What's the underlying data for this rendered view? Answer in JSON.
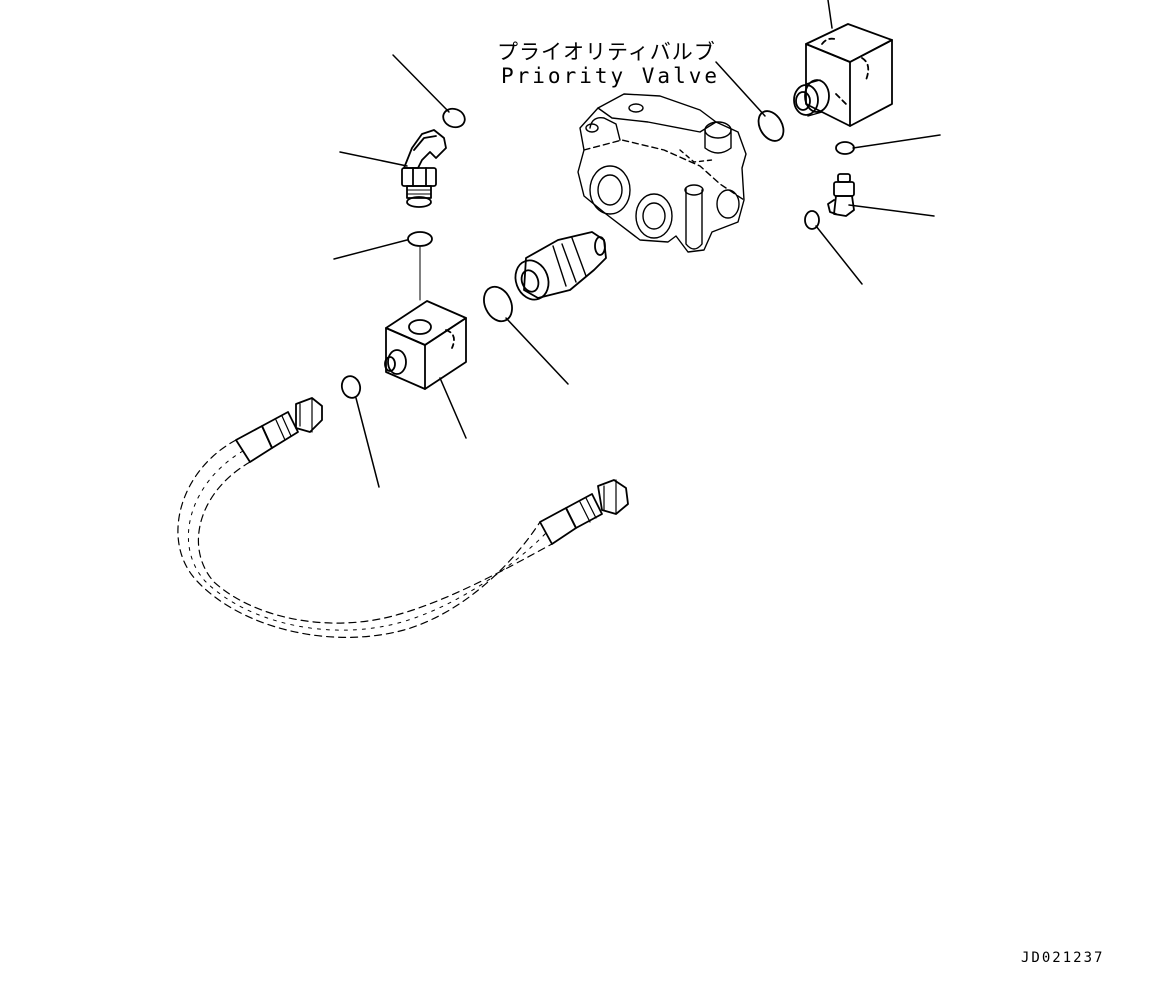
{
  "diagram": {
    "title_jp": "プライオリティバルブ",
    "title_en": "Priority Valve",
    "drawing_code": "JD021237",
    "colors": {
      "line": "#000000",
      "background": "#ffffff"
    }
  }
}
